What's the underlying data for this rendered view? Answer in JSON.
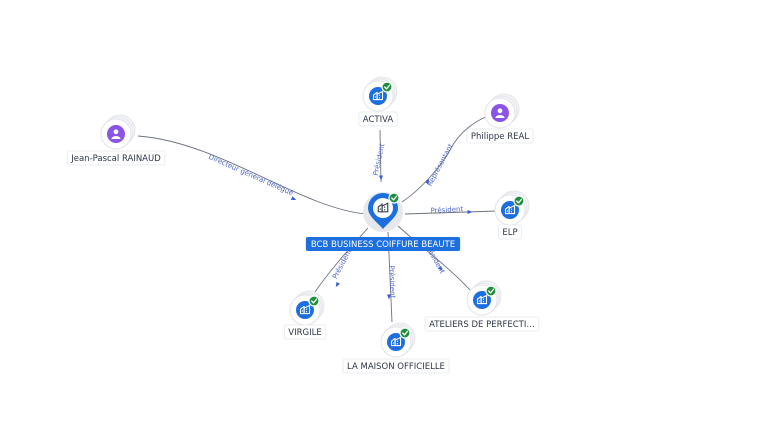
{
  "center": {
    "name": "BCB BUSINESS COIFFURE BEAUTE",
    "icon": "company-building-icon",
    "verified": true
  },
  "nodes": [
    {
      "id": "activa",
      "name": "ACTIVA",
      "kind": "company",
      "icon": "company-building-icon",
      "verified": true
    },
    {
      "id": "real",
      "name": "Philippe REAL",
      "kind": "person",
      "icon": "person-icon",
      "verified": false
    },
    {
      "id": "rainaud",
      "name": "Jean-Pascal RAINAUD",
      "kind": "person",
      "icon": "person-icon",
      "verified": false
    },
    {
      "id": "elp",
      "name": "ELP",
      "kind": "company",
      "icon": "company-building-icon",
      "verified": true
    },
    {
      "id": "ateliers",
      "name": "ATELIERS DE PERFECTI…",
      "kind": "company",
      "icon": "company-building-icon",
      "verified": true
    },
    {
      "id": "maison",
      "name": "LA MAISON OFFICIELLE",
      "kind": "company",
      "icon": "company-building-icon",
      "verified": true
    },
    {
      "id": "virgile",
      "name": "VIRGILE",
      "kind": "company",
      "icon": "company-building-icon",
      "verified": true
    }
  ],
  "edges": [
    {
      "id": "activa",
      "label": "Président"
    },
    {
      "id": "real",
      "label": "Représentant"
    },
    {
      "id": "rainaud",
      "label": "Directeur général délégué"
    },
    {
      "id": "elp",
      "label": "Président"
    },
    {
      "id": "ateliers",
      "label": "Président"
    },
    {
      "id": "maison",
      "label": "Président"
    },
    {
      "id": "virgile",
      "label": "Président"
    }
  ],
  "colors": {
    "company": "#1d6fe0",
    "person": "#8a55e6",
    "verified": "#1e8e3e",
    "edge_label": "#4f67c9"
  }
}
